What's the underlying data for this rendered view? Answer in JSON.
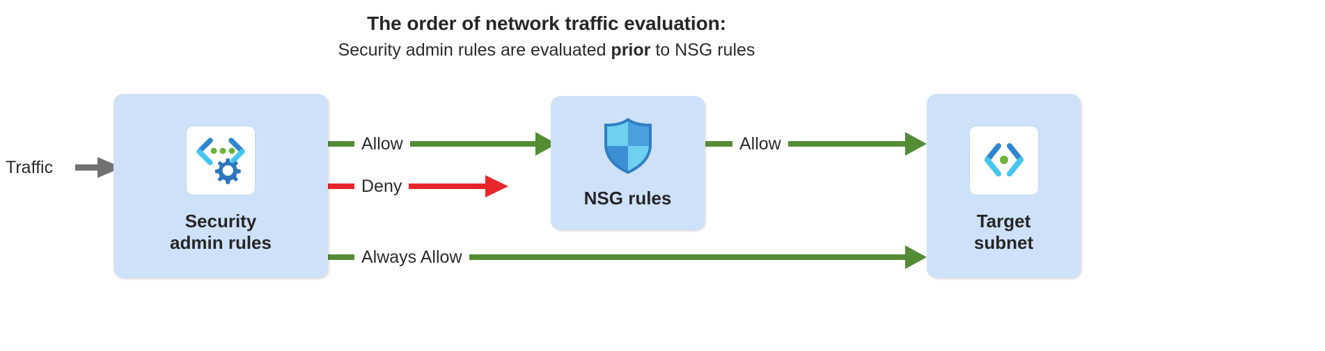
{
  "heading": {
    "title": "The order of network traffic evaluation:",
    "subtitle_pre": "Security admin rules are evaluated ",
    "subtitle_bold": "prior",
    "subtitle_post": " to NSG rules"
  },
  "traffic": {
    "label": "Traffic",
    "arrow_icon": "gray-right-arrow-icon"
  },
  "nodes": {
    "security": {
      "label": "Security\nadmin rules",
      "icon": "code-brackets-gear-icon"
    },
    "nsg": {
      "label": "NSG rules",
      "icon": "shield-icon"
    },
    "target": {
      "label": "Target\nsubnet",
      "icon": "subnet-brackets-icon"
    }
  },
  "flows": [
    {
      "id": "allow-security-to-nsg",
      "label": "Allow",
      "color": "#548c35",
      "from": "security",
      "to": "nsg",
      "arrowhead": true
    },
    {
      "id": "deny-security",
      "label": "Deny",
      "color": "#e8262a",
      "from": "security",
      "to": "dropped",
      "arrowhead": true
    },
    {
      "id": "allow-nsg-to-target",
      "label": "Allow",
      "color": "#548c35",
      "from": "nsg",
      "to": "target",
      "arrowhead": true
    },
    {
      "id": "always-allow-to-target",
      "label": "Always Allow",
      "color": "#548c35",
      "from": "security",
      "to": "target",
      "arrowhead": true
    }
  ],
  "colors": {
    "node_fill": "#cfe1f9",
    "allow_green": "#548c35",
    "deny_red": "#e8262a",
    "traffic_gray": "#717171",
    "icon_tile_border": "#bcdcf3",
    "text_dark": "#262626",
    "shield_light": "#6fd0ef",
    "shield_mid": "#4a9fdc",
    "shield_dark": "#2f7fc4",
    "bracket_blue": "#2e86d0",
    "bracket_cyan": "#45c6f0",
    "dot_green": "#6cb338",
    "gear_blue": "#2c77bd"
  }
}
